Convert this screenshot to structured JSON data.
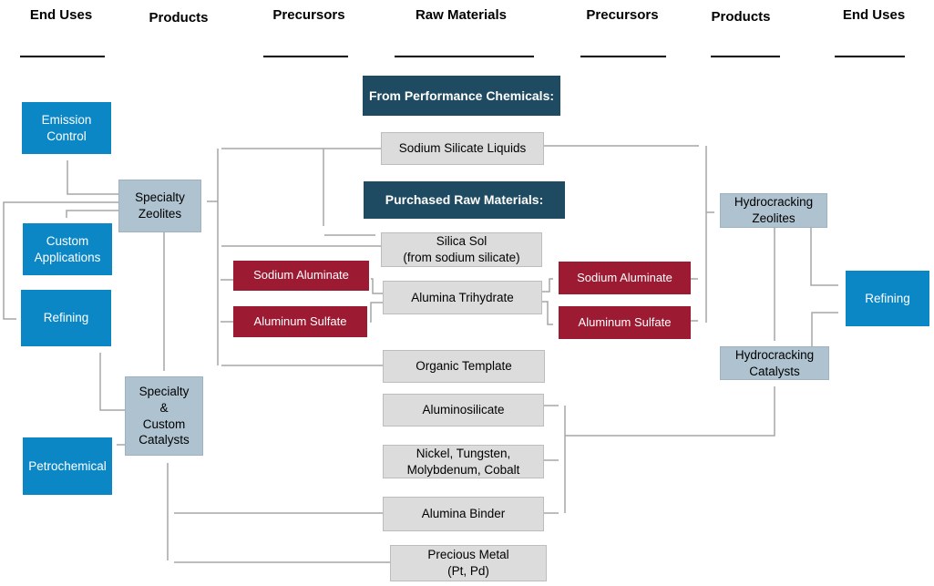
{
  "colors": {
    "banner_bg": "#1E4B61",
    "end_use_bg": "#0B87C6",
    "precursor_bg": "#9C1A32",
    "raw_material_bg": "#DCDCDC",
    "product_bg": "#AEC2D0",
    "connector": "#A6A6A6"
  },
  "headers": [
    {
      "label": "End Uses"
    },
    {
      "label": "Products"
    },
    {
      "label": "Precursors"
    },
    {
      "label": "Raw Materials"
    },
    {
      "label": "Precursors"
    },
    {
      "label": "Products"
    },
    {
      "label": "End Uses"
    }
  ],
  "banners": {
    "from_performance_chemicals": "From Performance Chemicals:",
    "purchased_raw_materials": "Purchased Raw Materials:"
  },
  "end_uses_left": {
    "emission_control": "Emission\nControl",
    "custom_applications": "Custom\nApplications",
    "refining": "Refining",
    "petrochemical": "Petrochemical"
  },
  "products_left": {
    "specialty_zeolites": "Specialty\nZeolites",
    "specialty_custom_catalysts": "Specialty\n&\nCustom\nCatalysts"
  },
  "precursors_left": {
    "sodium_aluminate": "Sodium Aluminate",
    "aluminum_sulfate": "Aluminum  Sulfate"
  },
  "raw_materials": {
    "sodium_silicate_liquids": "Sodium Silicate Liquids",
    "silica_sol": "Silica Sol\n(from sodium silicate)",
    "alumina_trihydrate": "Alumina Trihydrate",
    "organic_template": "Organic Template",
    "aluminosilicate": "Aluminosilicate",
    "nickel_tungsten": "Nickel, Tungsten,\nMolybdenum, Cobalt",
    "alumina_binder": "Alumina  Binder",
    "precious_metal": "Precious Metal\n(Pt, Pd)"
  },
  "precursors_right": {
    "sodium_aluminate": "Sodium Aluminate",
    "aluminum_sulfate": "Aluminum Sulfate"
  },
  "products_right": {
    "hydrocracking_zeolites": "Hydrocracking\nZeolites",
    "hydrocracking_catalysts": "Hydrocracking\nCatalysts"
  },
  "end_uses_right": {
    "refining": "Refining"
  }
}
